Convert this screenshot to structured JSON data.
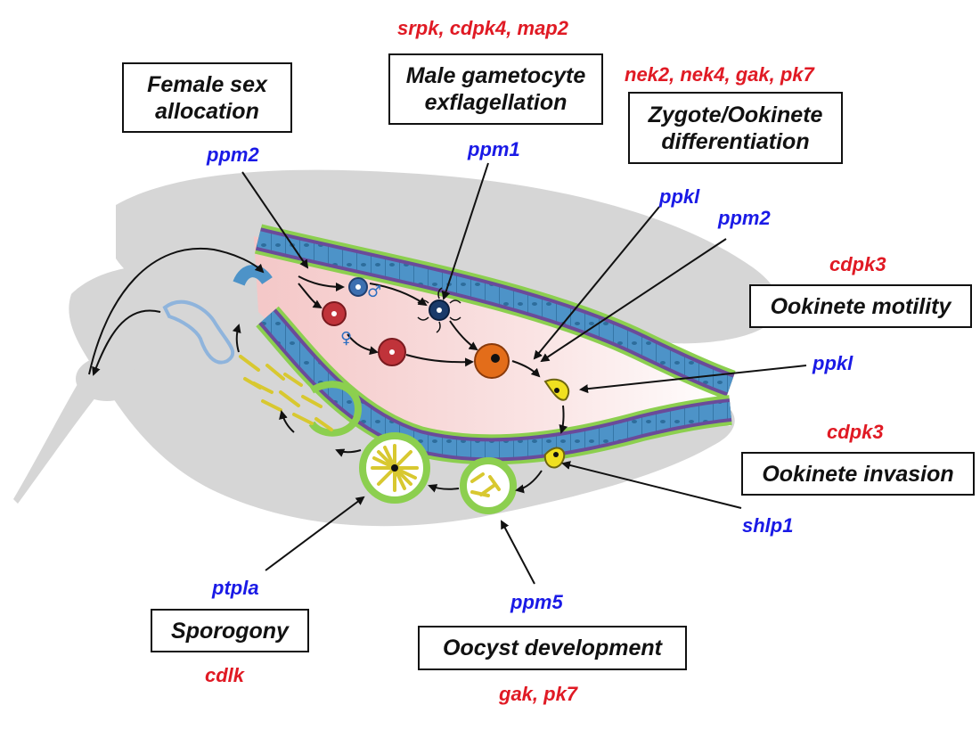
{
  "colors": {
    "kinase_red": "#e01a24",
    "phosphatase_blue": "#1a1ae6",
    "mosquito_gray": "#d6d6d6",
    "midgut_pink": "#f7d4d4",
    "epithelium_blue": "#4d93c8",
    "basal_green": "#8ccf4f",
    "border_purple": "#6a4b9a"
  },
  "process_boxes": {
    "female_sex_allocation": [
      "Female sex",
      "allocation"
    ],
    "male_gametocyte_exflagellation": [
      "Male gametocyte",
      "exflagellation"
    ],
    "zygote_ookinete_differentiation": [
      "Zygote/Ookinete",
      "differentiation"
    ],
    "ookinete_motility": "Ookinete motility",
    "ookinete_invasion": "Ookinete invasion",
    "sporogony": "Sporogony",
    "oocyst_development": "Oocyst development"
  },
  "kinase_labels": {
    "exflagellation": "srpk, cdpk4, map2",
    "zygote": "nek2, nek4, gak, pk7",
    "motility": "cdpk3",
    "invasion": "cdpk3",
    "sporogony": "cdlk",
    "oocyst": "gak, pk7"
  },
  "phosphatase_labels": {
    "female": "ppm2",
    "male": "ppm1",
    "zygote_ppkl": "ppkl",
    "zygote_ppm2": "ppm2",
    "motility": "ppkl",
    "invasion": "shlp1",
    "sporogony": "ptpla",
    "oocyst": "ppm5"
  },
  "symbols": {
    "male": "♂",
    "female": "♀"
  }
}
